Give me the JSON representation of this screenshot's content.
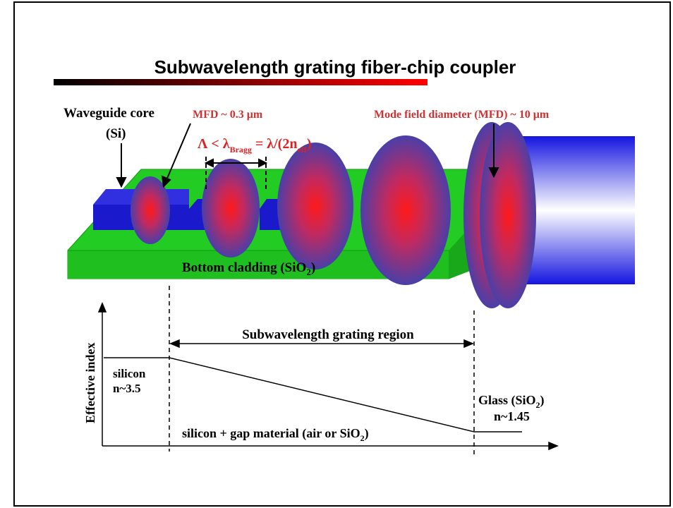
{
  "title": "Subwavelength grating fiber-chip coupler",
  "labels": {
    "waveguide_core_line1": "Waveguide core",
    "waveguide_core_line2": "(Si)",
    "mfd_small": "MFD ~ 0.3 μm",
    "mfd_large": "Mode field diameter (MFD) ~ 10 μm",
    "bragg_lambda": "Λ < λ",
    "bragg_sub": "Bragg",
    "bragg_eq": " = λ/(2n",
    "bragg_eff": "eff",
    "bragg_close": ")",
    "bottom_cladding": "Bottom cladding (SiO",
    "bottom_cladding_sub": "2",
    "bottom_cladding_close": ")"
  },
  "graph": {
    "y_axis_label": "Effective index",
    "region_label": "Subwavelength grating region",
    "silicon_line1": "silicon",
    "silicon_line2": "n~3.5",
    "glass_line1": "Glass (SiO",
    "glass_sub": "2",
    "glass_close": ")",
    "glass_line2": "n~1.45",
    "gap_label": "silicon + gap material (air or SiO",
    "gap_sub": "2",
    "gap_close": ")"
  },
  "colors": {
    "title_bar_start": "#000000",
    "title_bar_end": "#ff0000",
    "cladding_green": "#22cc22",
    "waveguide_blue": "#1a1acc",
    "mode_edge": "#4a3fa8",
    "mode_center": "#ff1a1a",
    "label_red": "#cc3333",
    "fiber_blue": "#1515e0"
  }
}
